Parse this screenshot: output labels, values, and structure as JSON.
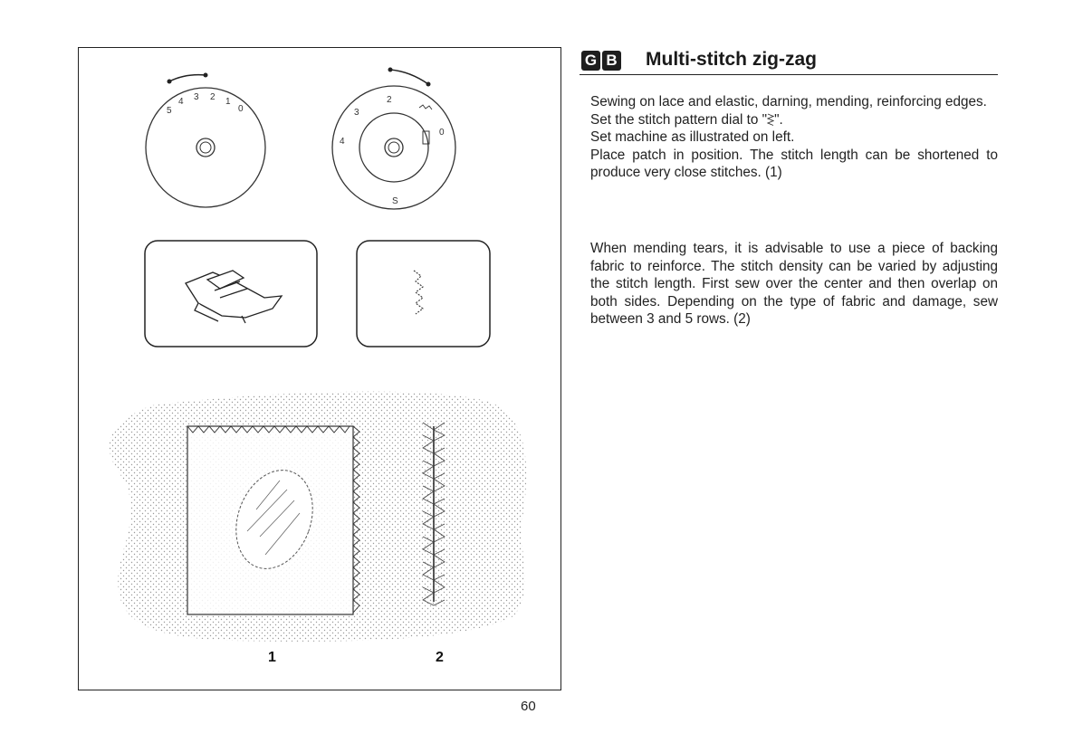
{
  "header": {
    "badge_letters": [
      "G",
      "B"
    ],
    "title": "Multi-stitch zig-zag"
  },
  "figure": {
    "length_dial_numbers": [
      "5",
      "4",
      "3",
      "2",
      "1",
      "0"
    ],
    "width_dial_numbers": [
      "2",
      "3",
      "4",
      "0",
      "S"
    ],
    "labels": {
      "fig1": "1",
      "fig2": "2"
    }
  },
  "paragraphs": {
    "p1": "Sewing on lace and elastic, darning, mending, reinforcing edges.",
    "p2_before": "Set the stitch pattern dial to \"",
    "p2_after": "\".",
    "p3": "Set machine as illustrated on left.",
    "p4": "Place patch in position. The stitch length can be shortened to produce very close stitches. (1)",
    "p5": "When mending tears, it is advisable to use a piece of backing fabric to reinforce. The stitch density can be varied by adjusting the stitch length. First sew over the center and then overlap on both sides. Depending on the type of fabric and damage, sew between 3 and 5 rows. (2)"
  },
  "page_number": "60"
}
